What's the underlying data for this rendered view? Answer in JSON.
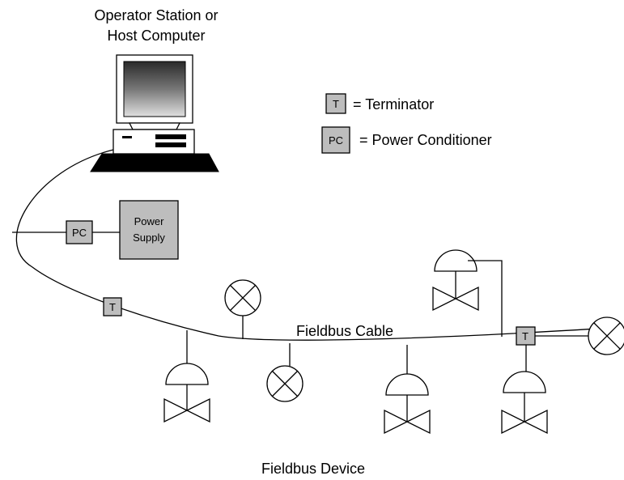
{
  "host": {
    "line1": "Operator Station or",
    "line2": "Host Computer"
  },
  "legend": {
    "terminator_symbol": "T",
    "terminator_label": "= Terminator",
    "power_conditioner_symbol": "PC",
    "power_conditioner_label": "= Power Conditioner"
  },
  "power_conditioner_box": "PC",
  "power_supply": {
    "line1": "Power",
    "line2": "Supply"
  },
  "terminator_box": "T",
  "cable_label": "Fieldbus Cable",
  "device_caption": "Fieldbus Device",
  "colors": {
    "box_fill": "#bdbdbd",
    "line": "#000000",
    "background": "#ffffff"
  }
}
